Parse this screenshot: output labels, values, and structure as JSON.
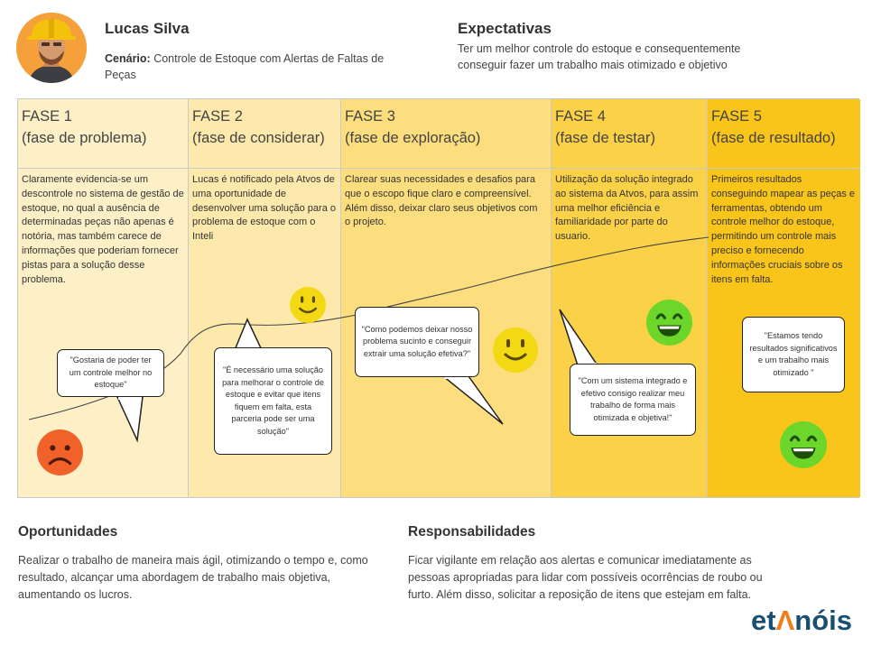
{
  "persona": {
    "name": "Lucas Silva",
    "scenario_label": "Cenário:",
    "scenario_text": "Controle de Estoque com Alertas de Faltas de Peças"
  },
  "expectations": {
    "title": "Expectativas",
    "text": "Ter um melhor controle do estoque e consequentemente conseguir fazer um trabalho mais otimizado e objetivo"
  },
  "phases": [
    {
      "title": "FASE 1",
      "subtitle": "(fase de problema)",
      "color": "#fdf0c7",
      "text": "Claramente evidencia-se um descontrole no sistema de gestão de estoque, no qual a ausência de determinadas peças não apenas é notória, mas também carece de informações que poderiam fornecer pistas para a solução desse problema."
    },
    {
      "title": "FASE 2",
      "subtitle": "(fase de considerar)",
      "color": "#fde9ab",
      "text": "Lucas é notificado pela Atvos de uma oportunidade de desenvolver uma solução para o problema de estoque com o Inteli"
    },
    {
      "title": "FASE 3",
      "subtitle": "(fase de exploração)",
      "color": "#fcde7e",
      "text": "Clarear suas necessidades e desafios para que o escopo fique claro e compreensível.\nAlém disso, deixar claro seus objetivos com o projeto."
    },
    {
      "title": "FASE 4",
      "subtitle": "(fase de testar)",
      "color": "#fbd147",
      "text": "Utilização da solução integrado ao sistema da Atvos, para assim uma melhor eficiência e familiaridade por parte do usuario."
    },
    {
      "title": "FASE 5",
      "subtitle": "(fase de resultado)",
      "color": "#f9c51a",
      "text": "Primeiros resultados conseguindo mapear as peças e ferramentas, obtendo um controle melhor do estoque, permitindo um controle mais preciso e fornecendo informações cruciais sobre os itens em falta."
    }
  ],
  "quotes": [
    "\"Gostaria de poder ter um controle melhor no estoque\"",
    "\"É necessário uma solução para melhorar o controle de estoque e evitar que itens fiquem em falta, esta parceria pode ser uma solução\"",
    "\"Como podemos deixar nosso problema sucinto e conseguir extrair uma solução efetiva?\"",
    "\"Com um sistema integrado e efetivo consigo realizar meu trabalho de forma mais otimizada e objetiva!\"",
    "\"Estamos tendo resultados significativos e um trabalho mais otimizado \""
  ],
  "emotions": {
    "sad": "#f0622a",
    "neutral": "#f3d914",
    "happy": "#6cd62a"
  },
  "opportunities": {
    "title": "Oportunidades",
    "text": "Realizar o trabalho de maneira mais ágil, otimizando o tempo e, como resultado, alcançar uma abordagem de trabalho mais objetiva, aumentando os lucros."
  },
  "responsibilities": {
    "title": "Responsabilidades",
    "text": "Ficar vigilante em relação aos alertas e comunicar imediatamente as pessoas apropriadas para lidar com possíveis ocorrências de roubo ou furto. Além disso, solicitar a reposição de itens que estejam em falta."
  },
  "logo": {
    "part1": "et",
    "part2": "Λ",
    "part3": "nóis"
  }
}
